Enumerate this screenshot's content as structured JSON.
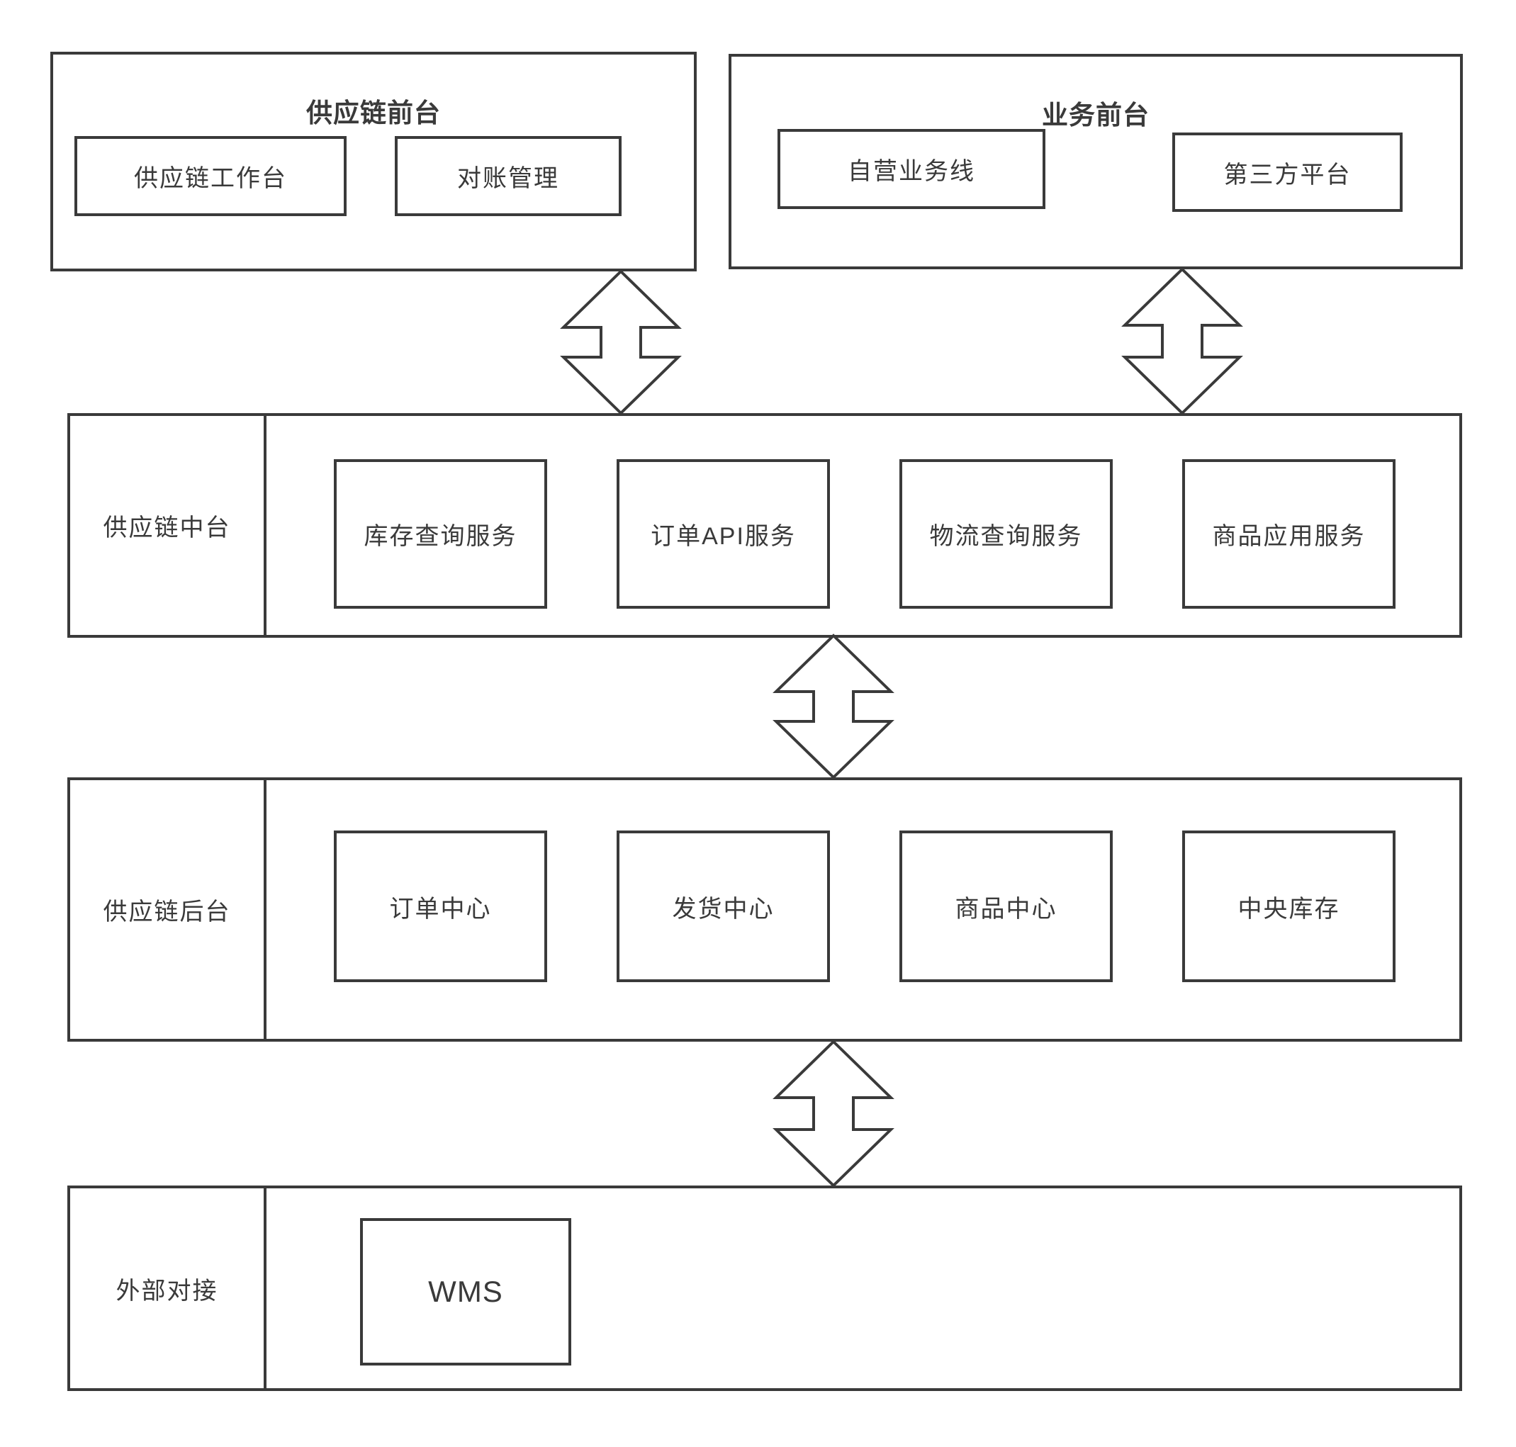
{
  "diagram": {
    "supply_chain_frontend": {
      "title": "供应链前台",
      "items": [
        {
          "label": "供应链工作台"
        },
        {
          "label": "对账管理"
        }
      ]
    },
    "business_frontend": {
      "title": "业务前台",
      "items": [
        {
          "label": "自营业务线"
        },
        {
          "label": "第三方平台"
        }
      ]
    },
    "supply_chain_middle": {
      "label": "供应链中台",
      "services": [
        {
          "label": "库存查询服务"
        },
        {
          "label": "订单API服务"
        },
        {
          "label": "物流查询服务"
        },
        {
          "label": "商品应用服务"
        }
      ]
    },
    "supply_chain_backend": {
      "label": "供应链后台",
      "services": [
        {
          "label": "订单中心"
        },
        {
          "label": "发货中心"
        },
        {
          "label": "商品中心"
        },
        {
          "label": "中央库存"
        }
      ]
    },
    "external_integration": {
      "label": "外部对接",
      "services": [
        {
          "label": "WMS"
        }
      ]
    }
  },
  "colors": {
    "line": "#3a3a3a",
    "text": "#3a3a3a",
    "background": "#ffffff"
  }
}
